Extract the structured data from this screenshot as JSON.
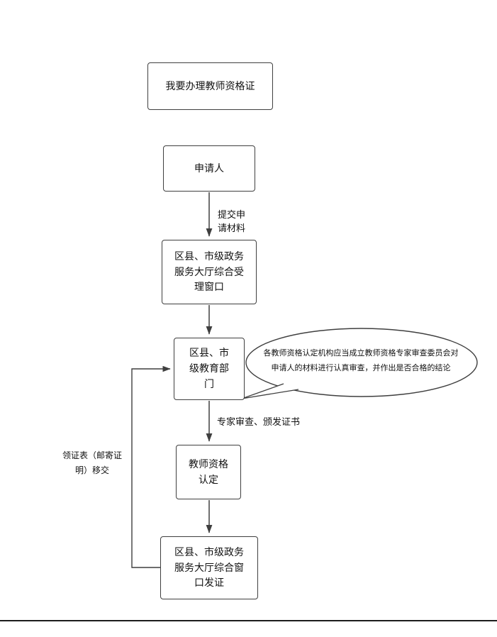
{
  "page": {
    "background_color": "#ffffff",
    "stroke_color": "#3f3f3f"
  },
  "nodes": {
    "start": "我要办理教师资格证",
    "applicant": "申请人",
    "intake_window": "区县、市级政务服务大厅综合受理窗口",
    "education_dept": "区县、市级教育部门",
    "qualification": "教师资格认定",
    "issue_window": "区县、市级政务服务大厅综合窗口发证"
  },
  "edge_labels": {
    "submit": "提交申请材料",
    "review": "专家审查、颁发证书",
    "transfer": "领证表（邮寄证明）移交"
  },
  "callout": {
    "text": "各教师资格认定机构应当成立教师资格专家审查委员会对申请人的材料进行认真审查，并作出是否合格的结论"
  }
}
